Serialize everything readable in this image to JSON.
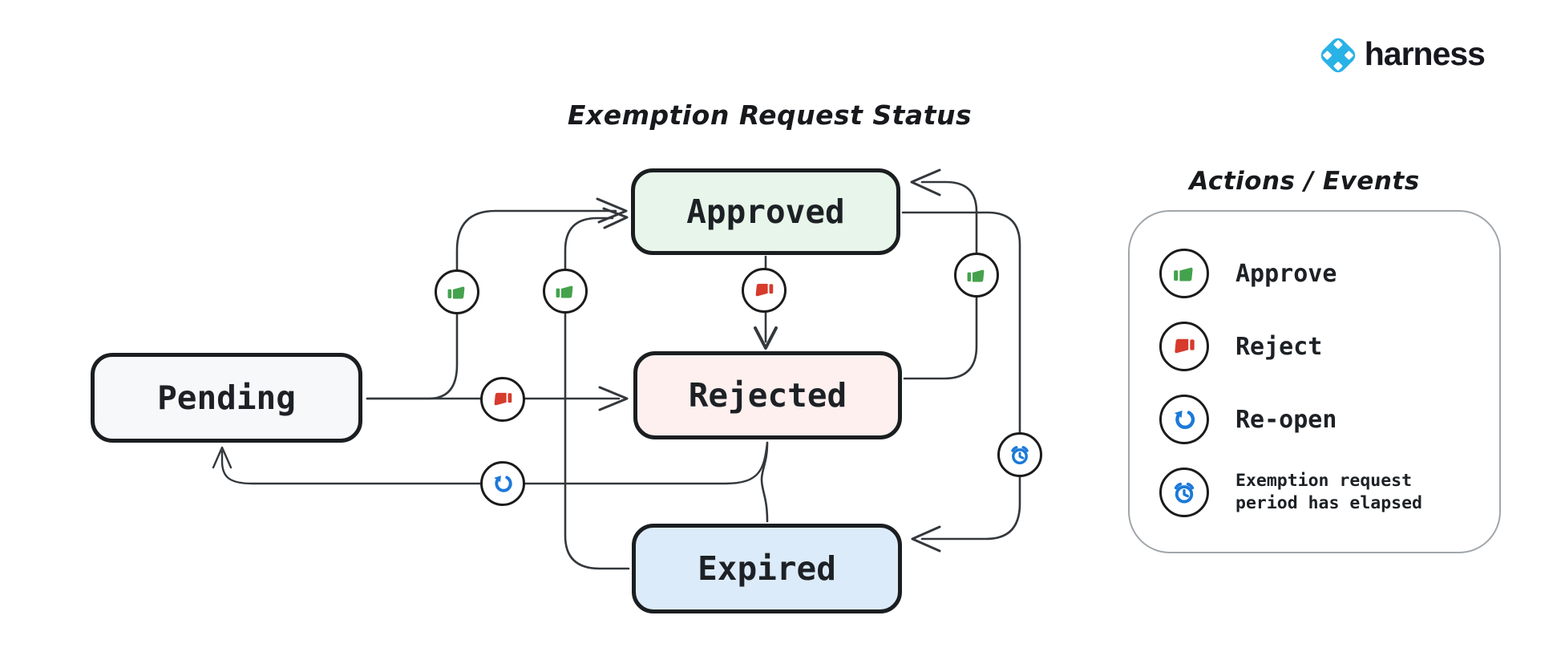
{
  "header": {
    "logo_text": "harness"
  },
  "diagram": {
    "title": "Exemption Request Status",
    "states": [
      {
        "id": "pending",
        "label": "Pending"
      },
      {
        "id": "approved",
        "label": "Approved"
      },
      {
        "id": "rejected",
        "label": "Rejected"
      },
      {
        "id": "expired",
        "label": "Expired"
      }
    ],
    "transitions": [
      {
        "from": "Pending",
        "to": "Approved",
        "action": "Approve"
      },
      {
        "from": "Pending",
        "to": "Rejected",
        "action": "Reject"
      },
      {
        "from": "Approved",
        "to": "Rejected",
        "action": "Reject"
      },
      {
        "from": "Rejected",
        "to": "Pending",
        "action": "Re-open"
      },
      {
        "from": "Rejected",
        "to": "Expired",
        "action": ""
      },
      {
        "from": "Expired",
        "to": "Approved",
        "action": "Approve"
      },
      {
        "from": "Rejected",
        "to": "Approved",
        "action": "Approve"
      },
      {
        "from": "Approved",
        "to": "Expired",
        "action": "Exemption request period has elapsed"
      }
    ]
  },
  "legend": {
    "title": "Actions / Events",
    "items": [
      {
        "icon": "thumbs-up-icon",
        "label": "Approve"
      },
      {
        "icon": "thumbs-down-icon",
        "label": "Reject"
      },
      {
        "icon": "reopen-icon",
        "label": "Re-open"
      },
      {
        "icon": "alarm-clock-icon",
        "label": "Exemption request period has elapsed"
      }
    ]
  },
  "colors": {
    "approve_green": "#44a24c",
    "reject_red": "#d63b2c",
    "action_blue": "#1b79d8",
    "harness_blue": "#29b2e6",
    "approved_fill": "#e7f5ea",
    "pending_fill": "#f6f8fa",
    "rejected_fill": "#fdf0ee",
    "expired_fill": "#dcebf9",
    "line": "#33383c"
  }
}
